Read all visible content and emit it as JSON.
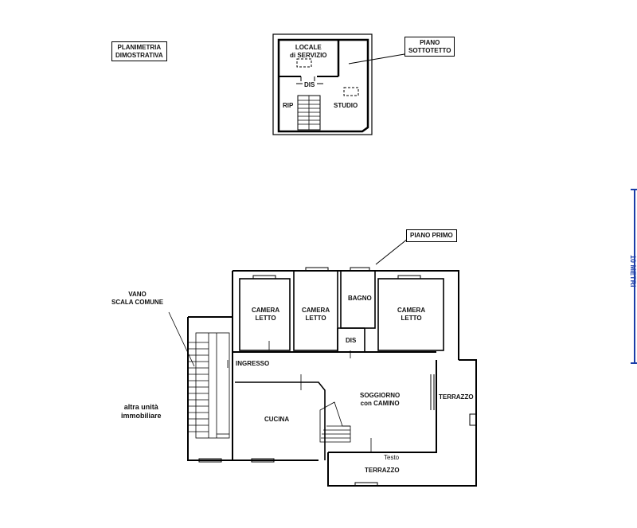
{
  "titles": {
    "planimetria": "PLANIMETRIA\nDIMOSTRATIVA",
    "sottotetto": "PIANO\nSOTTOTETTO",
    "primo": "PIANO PRIMO"
  },
  "attic": {
    "locale": "LOCALE\ndi SERVIZIO",
    "dis": "DIS",
    "rip": "RIP",
    "studio": "STUDIO"
  },
  "floor": {
    "camera1": "CAMERA\nLETTO",
    "camera2": "CAMERA\nLETTO",
    "bagno": "BAGNO",
    "camera3": "CAMERA\nLETTO",
    "dis": "DIS",
    "ingresso": "INGRESSO",
    "vano": "VANO\nSCALA COMUNE",
    "soggiorno": "SOGGIORNO\ncon CAMINO",
    "cucina": "CUCINA",
    "terrazzo_right": "TERRAZZO",
    "terrazzo_bottom": "TERRAZZO",
    "testo": "Testo",
    "altra": "altra unità\nimmobiliare"
  },
  "scale": {
    "label": "10 METRI",
    "color": "#1a3da8"
  }
}
